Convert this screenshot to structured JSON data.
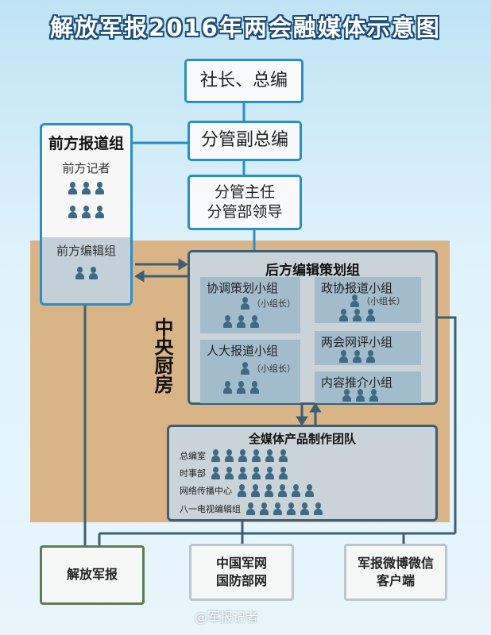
{
  "title": "解放军报2016年两会融媒体示意图",
  "top_boxes": {
    "president": "社长、总编",
    "deputy": "分管副总编",
    "director_line1": "分管主任",
    "director_line2": "分管部领导"
  },
  "front": {
    "title": "前方报道组",
    "reporters": "前方记者",
    "editors": "前方编辑组"
  },
  "kitchen": "中央厨房",
  "back": {
    "title": "后方编辑策划组",
    "leader_note": "（小组长）",
    "groups": [
      "协调策划小组",
      "人大报道小组",
      "政协报道小组",
      "两会网评小组",
      "内容推介小组"
    ]
  },
  "team": {
    "title": "全媒体产品制作团队",
    "rows": [
      "总编室",
      "时事部",
      "网络传播中心",
      "八一电视编辑组"
    ]
  },
  "outputs": {
    "paper": "解放军报",
    "web_line1": "中国军网",
    "web_line2": "国防部网",
    "social_line1": "军报微博微信",
    "social_line2": "客户端"
  },
  "watermark": "@军报记者"
}
